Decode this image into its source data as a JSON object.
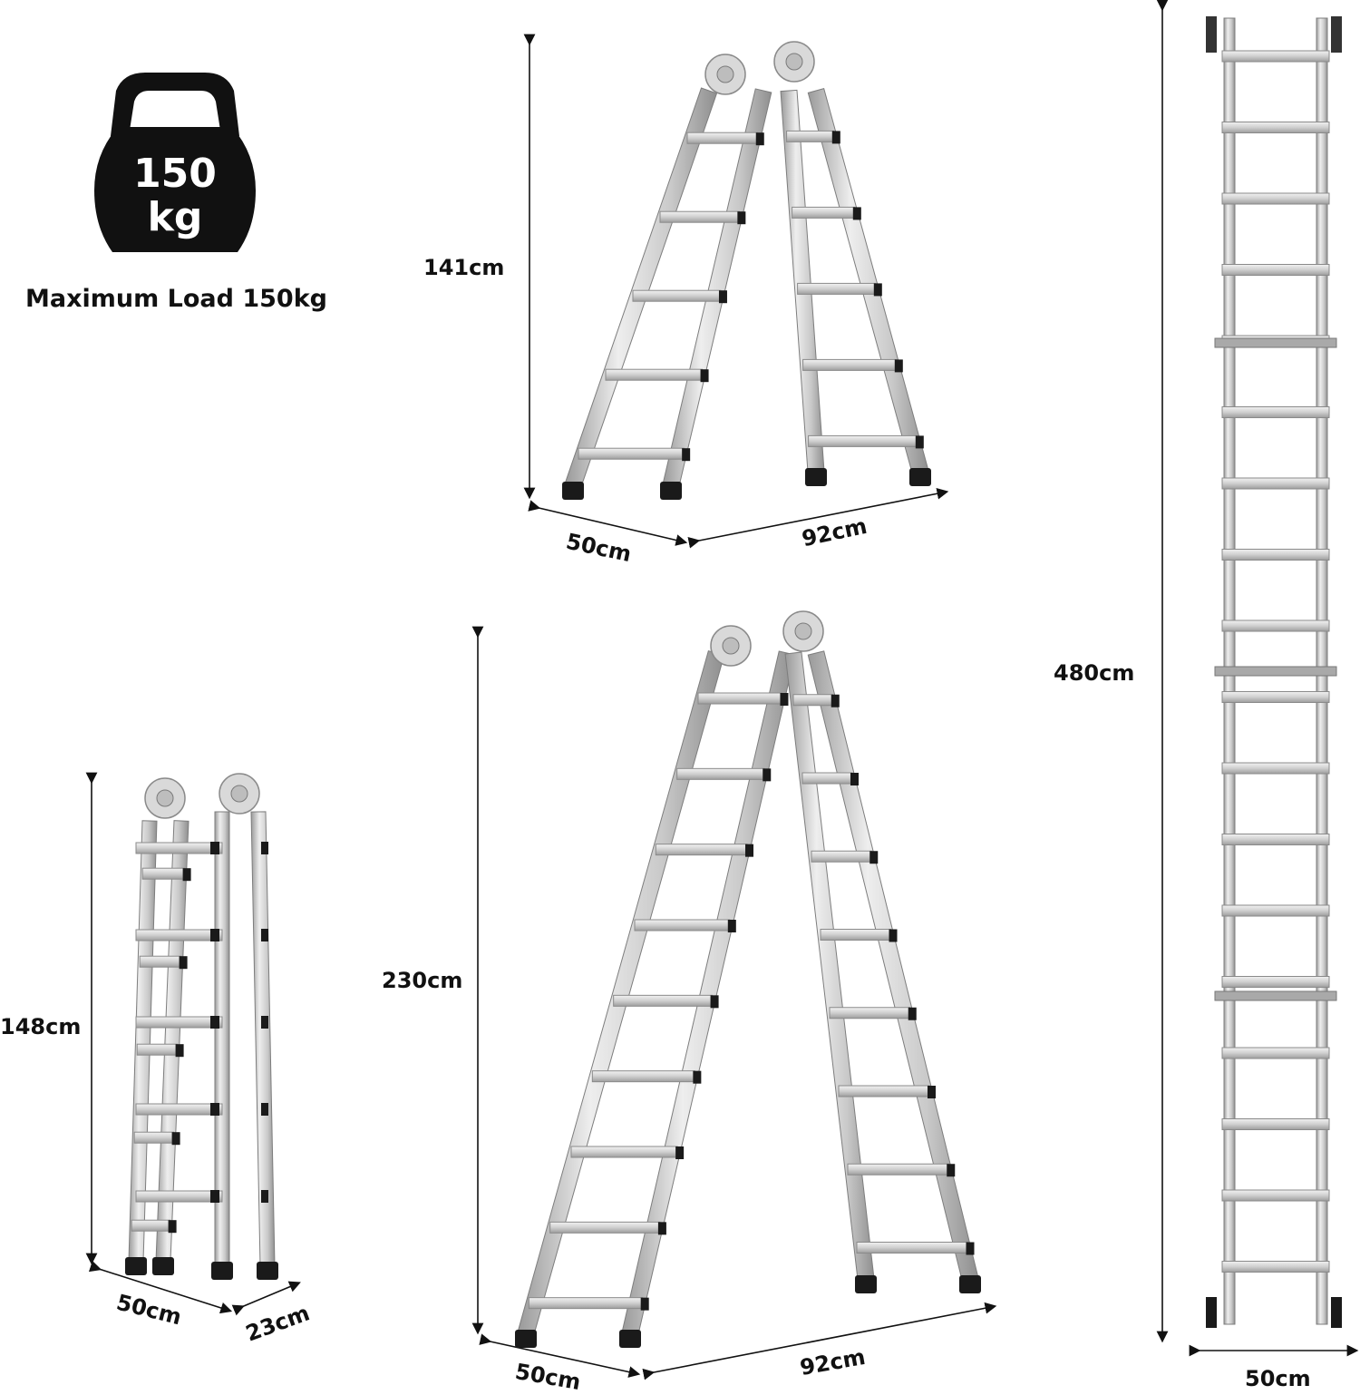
{
  "load": {
    "kettlebell_text_line1": "150",
    "kettlebell_text_line2": "kg",
    "caption": "Maximum Load 150kg"
  },
  "ladder_a_frame_small": {
    "height": "141cm",
    "depth": "50cm",
    "width": "92cm"
  },
  "ladder_folded": {
    "height": "148cm",
    "width": "50cm",
    "depth": "23cm"
  },
  "ladder_a_frame_tall": {
    "height": "230cm",
    "depth": "50cm",
    "width": "92cm"
  },
  "ladder_straight": {
    "height": "480cm",
    "width": "50cm"
  },
  "colors": {
    "aluminum_light": "#e2e2e2",
    "aluminum_mid": "#b9b9b9",
    "aluminum_dark": "#8a8a8a",
    "foot_black": "#1a1a1a",
    "ink": "#111111"
  }
}
